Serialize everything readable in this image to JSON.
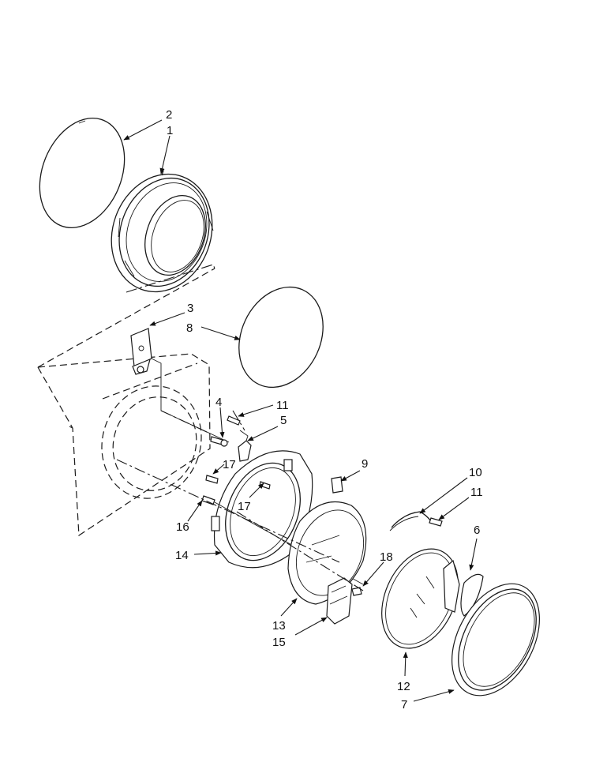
{
  "diagram": {
    "callouts": [
      {
        "id": "c2",
        "label": "2"
      },
      {
        "id": "c1",
        "label": "1"
      },
      {
        "id": "c3",
        "label": "3"
      },
      {
        "id": "c8",
        "label": "8"
      },
      {
        "id": "c4",
        "label": "4"
      },
      {
        "id": "c11a",
        "label": "11"
      },
      {
        "id": "c5",
        "label": "5"
      },
      {
        "id": "c17a",
        "label": "17"
      },
      {
        "id": "c17b",
        "label": "17"
      },
      {
        "id": "c16",
        "label": "16"
      },
      {
        "id": "c9",
        "label": "9"
      },
      {
        "id": "c10",
        "label": "10"
      },
      {
        "id": "c11b",
        "label": "11"
      },
      {
        "id": "c6",
        "label": "6"
      },
      {
        "id": "c14",
        "label": "14"
      },
      {
        "id": "c18",
        "label": "18"
      },
      {
        "id": "c13",
        "label": "13"
      },
      {
        "id": "c15",
        "label": "15"
      },
      {
        "id": "c12",
        "label": "12"
      },
      {
        "id": "c7",
        "label": "7"
      }
    ]
  }
}
